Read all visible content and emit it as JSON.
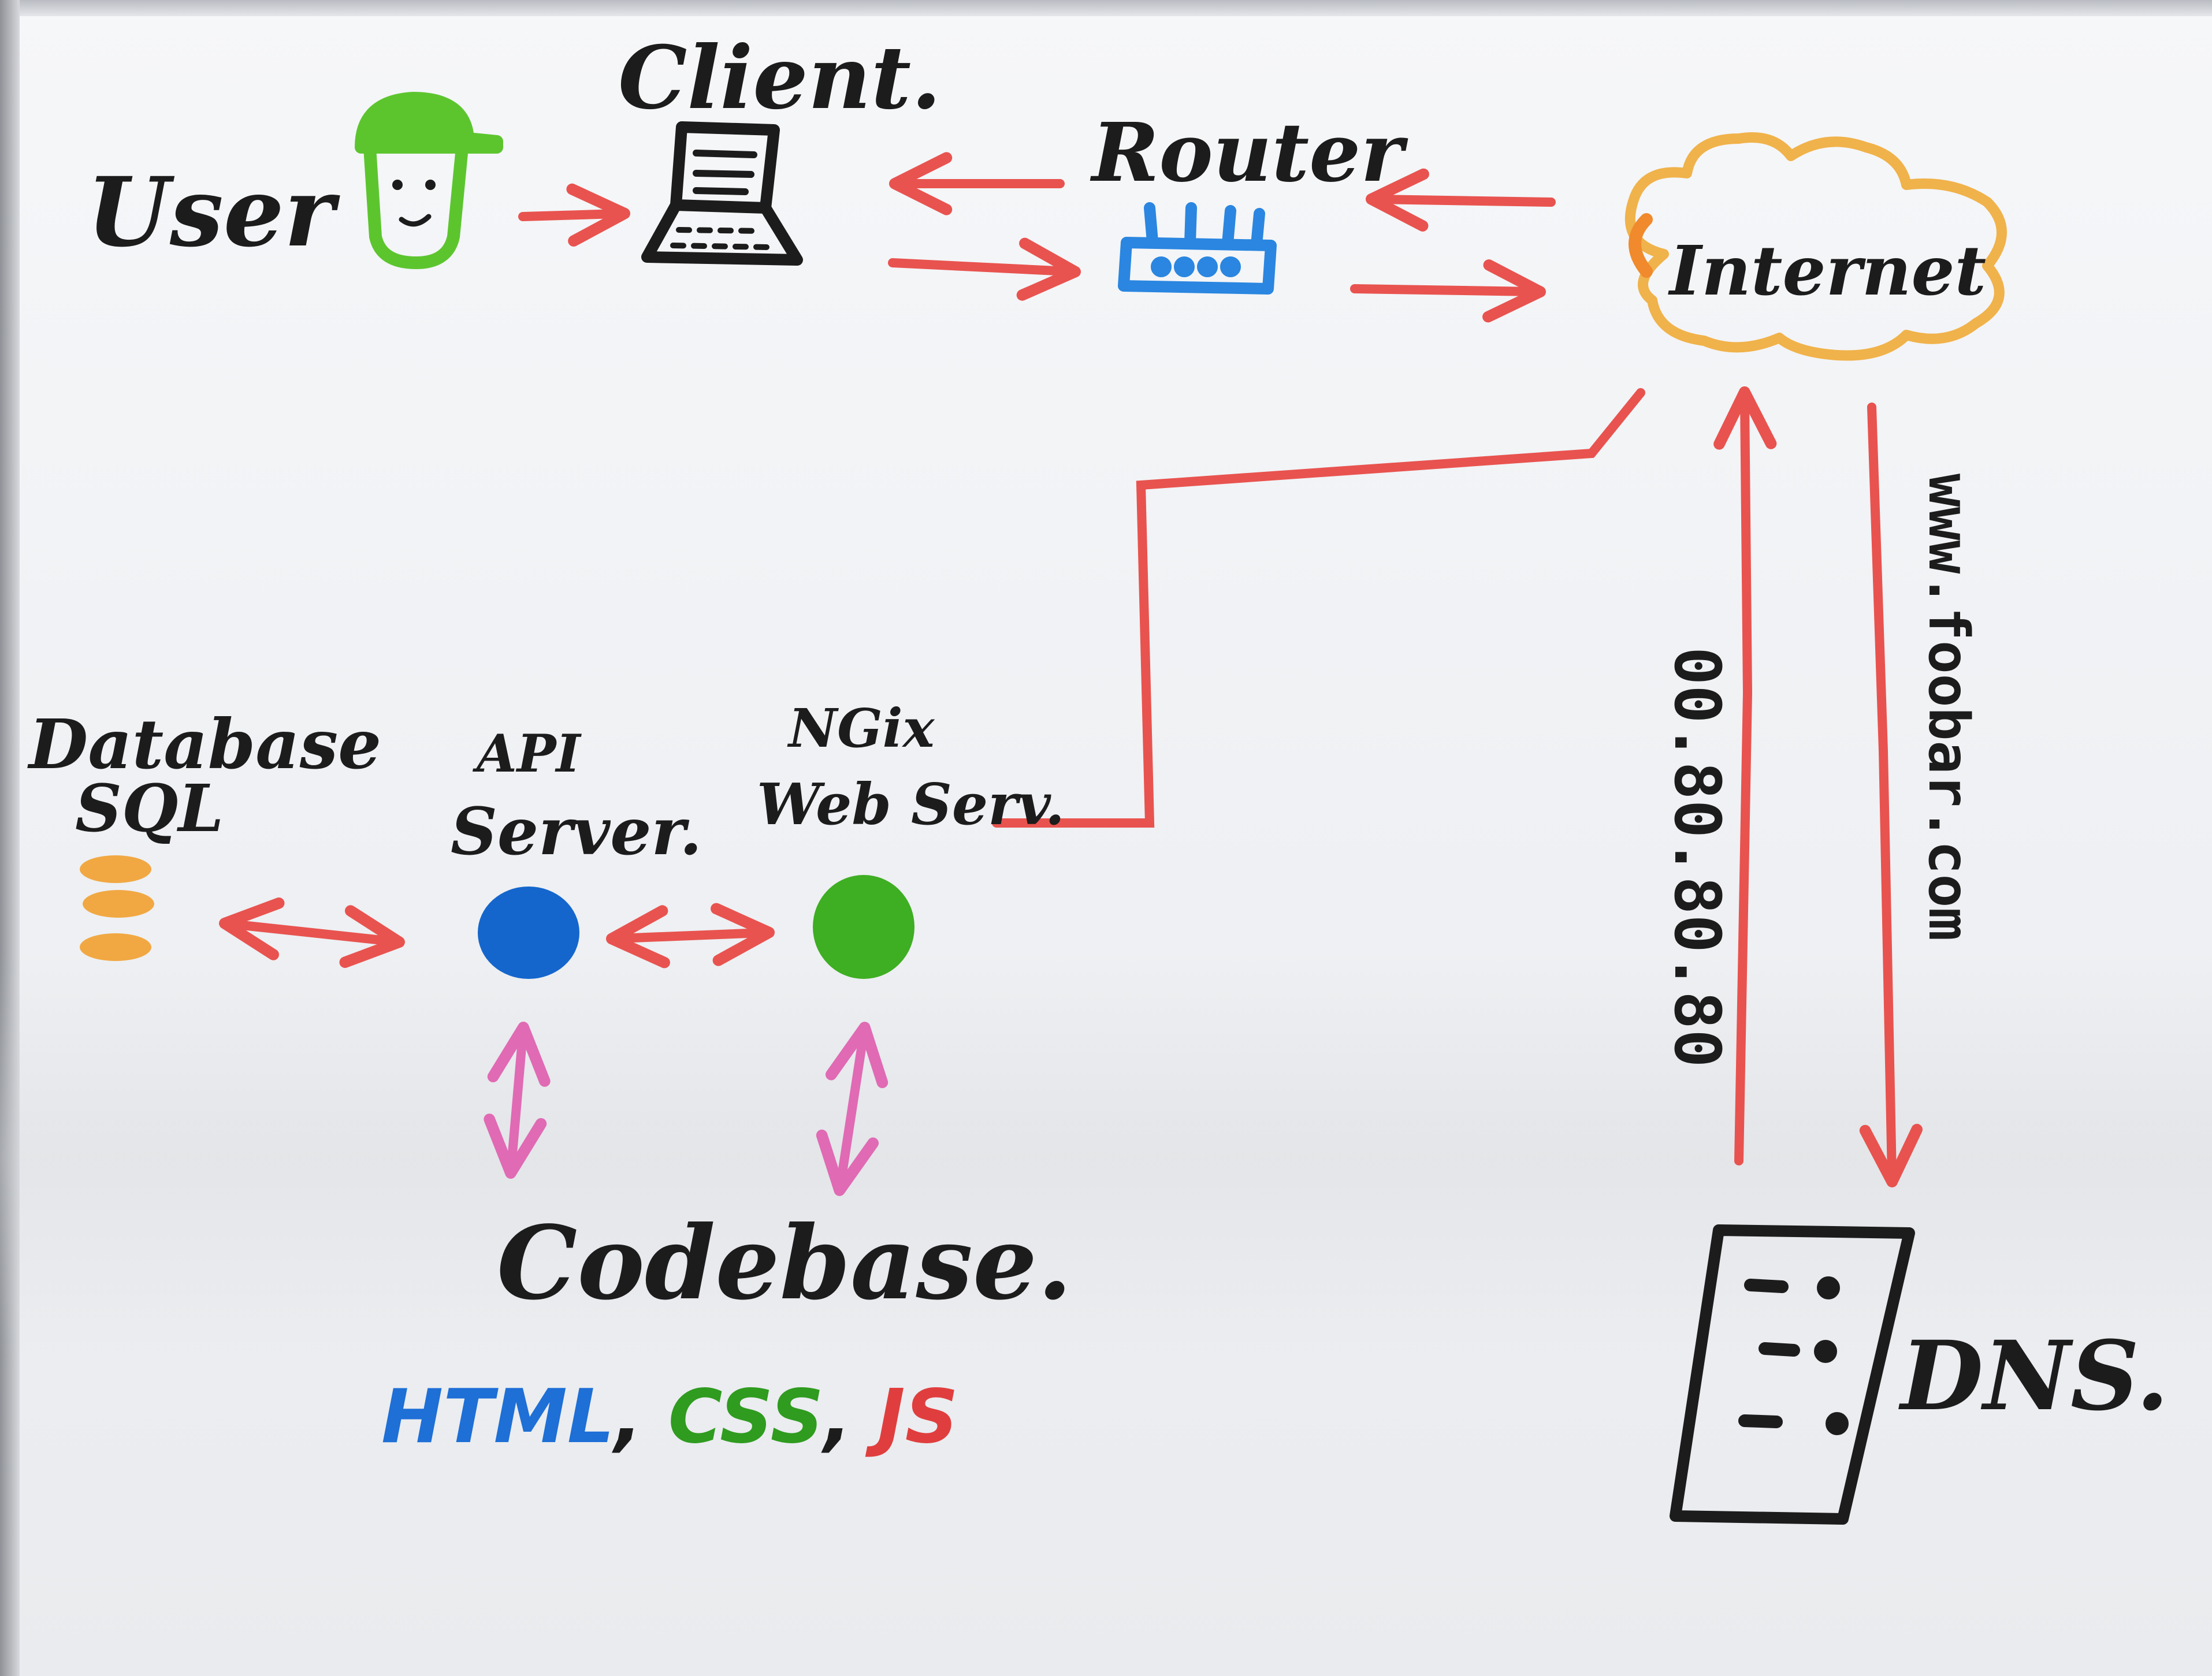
{
  "nodes": {
    "user": {
      "label": "User"
    },
    "client": {
      "label": "Client."
    },
    "router": {
      "label": "Router"
    },
    "internet": {
      "label": "Internet"
    },
    "database": {
      "label_line1": "Database",
      "label_line2": "SQL"
    },
    "api_server": {
      "label_line1": "API",
      "label_line2": "Server."
    },
    "nginx": {
      "label_line1": "NGix",
      "label_line2": "Web Serv."
    },
    "codebase": {
      "label": "Codebase.",
      "languages": [
        "HTML",
        "CSS",
        "JS"
      ]
    },
    "dns": {
      "label": "DNS."
    }
  },
  "edge_labels": {
    "ip_address": "00.80.80.80",
    "domain": "www.foobar.com"
  },
  "colors": {
    "ink_black": "#1c1c1c",
    "arrow_red": "#e8534f",
    "user_green": "#5cc52e",
    "router_blue": "#2a86e0",
    "cloud_orange": "#f0b24a",
    "db_orange": "#f1a843",
    "api_blue": "#1466cc",
    "nginx_green": "#3eae22",
    "codebase_pink": "#e06ab4",
    "html_blue": "#1e6fd6",
    "css_green": "#2f9b1f",
    "js_red": "#e03e3e"
  }
}
